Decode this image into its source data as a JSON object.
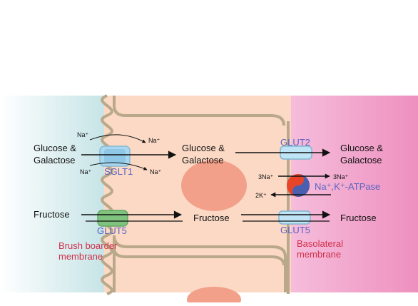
{
  "left_text": {
    "glucose_line1": "Glucose &",
    "glucose_line2": "Galactose",
    "fructose": "Fructose"
  },
  "middle_text": {
    "glucose_line1": "Glucose &",
    "glucose_line2": "Galactose",
    "fructose": "Fructose"
  },
  "right_text": {
    "glucose_line1": "Glucose &",
    "glucose_line2": "Galactose",
    "fructose": "Fructose"
  },
  "ions": {
    "na_top_left": "Na⁺",
    "na_top_right": "Na⁺",
    "na_bottom_left": "Na⁺",
    "na_bottom_right": "Na⁺",
    "three_na_in": "3Na⁺",
    "three_na_out": "3Na⁺",
    "two_k": "2K⁺"
  },
  "transporters": {
    "sglt1": "SGLT1",
    "glut2": "GLUT2",
    "glut5_apical": "GLUT5",
    "glut5_basolateral": "GLUT5",
    "atpase": "Na⁺,K⁺-ATPase"
  },
  "membranes": {
    "brush_line1": "Brush boarder",
    "brush_line2": "membrane",
    "baso_line1": "Basolateral",
    "baso_line2": "membrane"
  },
  "colors": {
    "lumen": "#cfe8ea",
    "cell": "#fbd9c5",
    "interstitium": "#f4a9cf",
    "membrane": "#b9a98a",
    "nucleus": "#f2a08a",
    "transporter_blue": "#a9d7ef",
    "transporter_green": "#7fc37f",
    "atpase_red": "#e8442a",
    "atpase_blue": "#4a5fb0",
    "label_blue": "#5a63c4",
    "label_red": "#d0304a"
  }
}
